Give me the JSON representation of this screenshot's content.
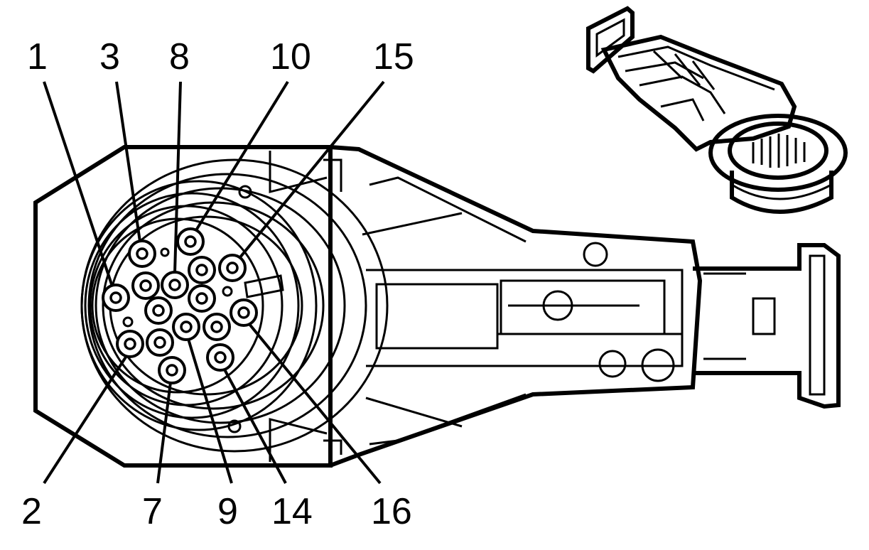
{
  "figure": {
    "callouts": [
      {
        "id": "1",
        "text": "1"
      },
      {
        "id": "3",
        "text": "3"
      },
      {
        "id": "8",
        "text": "8"
      },
      {
        "id": "10",
        "text": "10"
      },
      {
        "id": "15",
        "text": "15"
      },
      {
        "id": "2",
        "text": "2"
      },
      {
        "id": "7",
        "text": "7"
      },
      {
        "id": "9",
        "text": "9"
      },
      {
        "id": "14",
        "text": "14"
      },
      {
        "id": "16",
        "text": "16"
      }
    ],
    "colors": {
      "line": "#000000",
      "background": "#ffffff"
    }
  }
}
